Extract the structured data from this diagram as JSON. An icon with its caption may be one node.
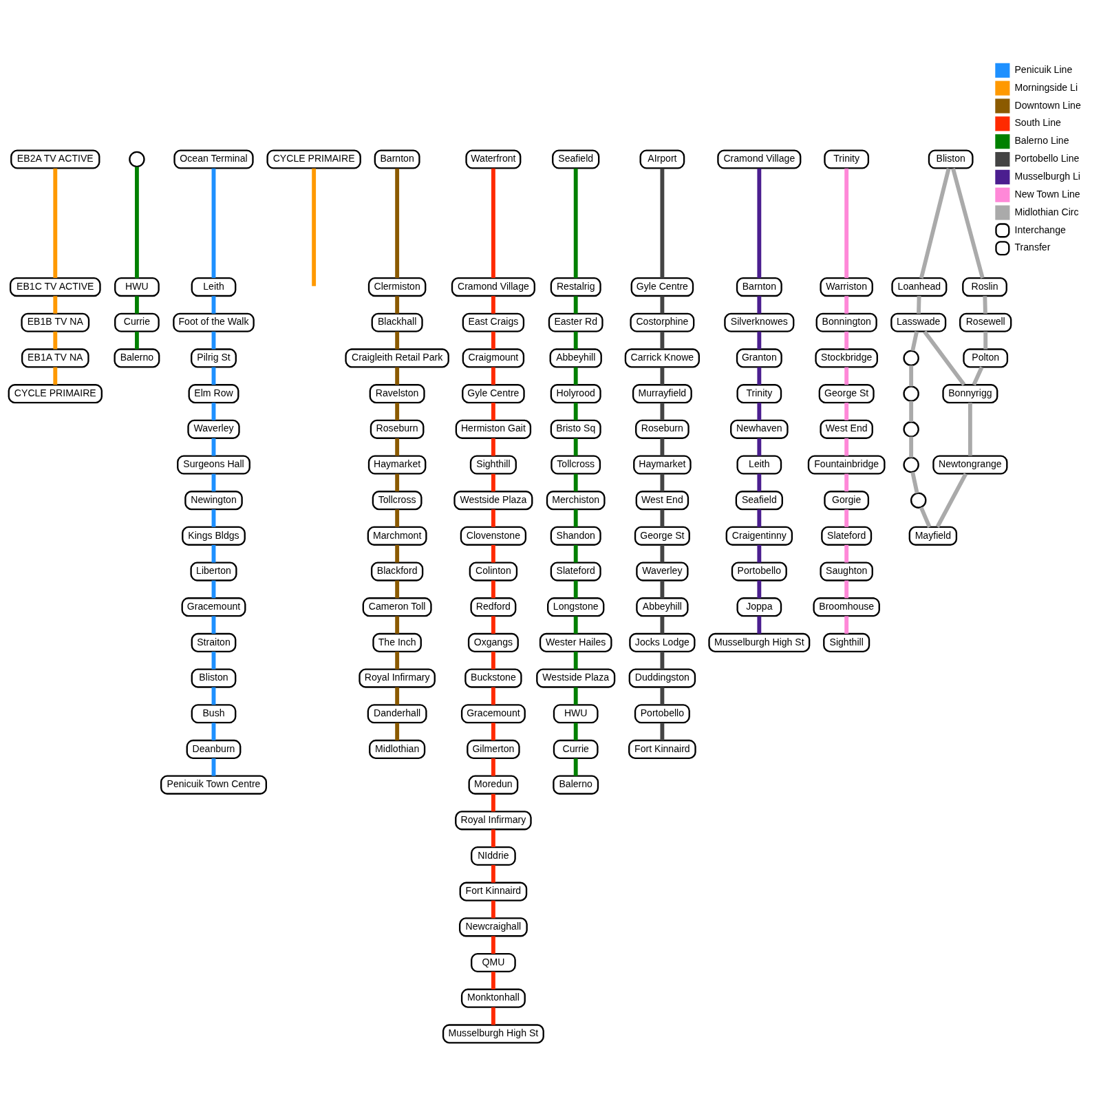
{
  "diagram": {
    "nodes": [
      {
        "text": [
          "EB2A TV ACTIVE"
        ]
      },
      {
        "text": [
          "EB1C TV ACTIVE"
        ]
      },
      {
        "text": [
          "EB1B TV NA"
        ]
      },
      {
        "text": [
          "EB1A TV NA"
        ]
      },
      {
        "text": [
          "CYCLE PRIMAIRE"
        ]
      },
      {
        "text": [],
        "shape": "circle"
      },
      {
        "text": [
          "HWU"
        ]
      },
      {
        "text": [
          "Currie"
        ]
      },
      {
        "text": [
          "Balerno"
        ]
      },
      {
        "text": [
          "Ocean Terminal"
        ]
      },
      {
        "text": [
          "Leith"
        ]
      },
      {
        "text": [
          "Foot of the Walk"
        ]
      },
      {
        "text": [
          "Pilrig St"
        ]
      },
      {
        "text": [
          "Elm Row"
        ]
      },
      {
        "text": [
          "Waverley"
        ]
      },
      {
        "text": [
          "Surgeons Hall"
        ]
      },
      {
        "text": [
          "Newington"
        ]
      },
      {
        "text": [
          "Kings Bldgs"
        ]
      },
      {
        "text": [
          "Liberton"
        ]
      },
      {
        "text": [
          "Gracemount"
        ]
      },
      {
        "text": [
          "Straiton"
        ]
      },
      {
        "text": [
          "Bliston"
        ]
      },
      {
        "text": [
          "Bush"
        ]
      },
      {
        "text": [
          "Deanburn"
        ]
      },
      {
        "text": [
          "Penicuik Town Centre"
        ]
      },
      {
        "text": [
          "CYCLE PRIMAIRE"
        ]
      },
      {
        "text": [
          "Barnton"
        ]
      },
      {
        "text": [
          "Clermiston"
        ]
      },
      {
        "text": [
          "Blackhall"
        ]
      },
      {
        "text": [
          "Craigleith Retail Park"
        ]
      },
      {
        "text": [
          "Ravelston"
        ]
      },
      {
        "text": [
          "Roseburn"
        ]
      },
      {
        "text": [
          "Haymarket"
        ]
      },
      {
        "text": [
          "Tollcross"
        ]
      },
      {
        "text": [
          "Marchmont"
        ]
      },
      {
        "text": [
          "Blackford"
        ]
      },
      {
        "text": [
          "Cameron Toll"
        ]
      },
      {
        "text": [
          "The Inch"
        ]
      },
      {
        "text": [
          "Royal Infirmary"
        ]
      },
      {
        "text": [
          "Danderhall"
        ]
      },
      {
        "text": [
          "Midlothian"
        ]
      },
      {
        "text": [
          "Waterfront"
        ]
      },
      {
        "text": [
          "Cramond Village"
        ]
      },
      {
        "text": [
          "East Craigs"
        ]
      },
      {
        "text": [
          "Craigmount"
        ]
      },
      {
        "text": [
          "Gyle Centre"
        ]
      },
      {
        "text": [
          "Hermiston Gait"
        ]
      },
      {
        "text": [
          "Sighthill"
        ]
      },
      {
        "text": [
          "Westside Plaza"
        ]
      },
      {
        "text": [
          "Clovenstone"
        ]
      },
      {
        "text": [
          "Colinton"
        ]
      },
      {
        "text": [
          "Redford"
        ]
      },
      {
        "text": [
          "Oxgangs"
        ]
      },
      {
        "text": [
          "Buckstone"
        ]
      },
      {
        "text": [
          "Gracemount"
        ]
      },
      {
        "text": [
          "Gilmerton"
        ]
      },
      {
        "text": [
          "Moredun"
        ]
      },
      {
        "text": [
          "Royal Infirmary"
        ]
      },
      {
        "text": [
          "NIddrie"
        ]
      },
      {
        "text": [
          "Fort Kinnaird"
        ]
      },
      {
        "text": [
          "Newcraighall"
        ]
      },
      {
        "text": [
          "QMU"
        ]
      },
      {
        "text": [
          "Monktonhall"
        ]
      },
      {
        "text": [
          "Musselburgh High St"
        ]
      },
      {
        "text": [
          "Seafield"
        ]
      },
      {
        "text": [
          "Restalrig"
        ]
      },
      {
        "text": [
          "Easter Rd"
        ]
      },
      {
        "text": [
          "Abbeyhill"
        ]
      },
      {
        "text": [
          "Holyrood"
        ]
      },
      {
        "text": [
          "Bristo Sq"
        ]
      },
      {
        "text": [
          "Tollcross"
        ]
      },
      {
        "text": [
          "Merchiston"
        ]
      },
      {
        "text": [
          "Shandon"
        ]
      },
      {
        "text": [
          "Slateford"
        ]
      },
      {
        "text": [
          "Longstone"
        ]
      },
      {
        "text": [
          "Wester Hailes"
        ]
      },
      {
        "text": [
          "Westside Plaza"
        ]
      },
      {
        "text": [
          "HWU"
        ]
      },
      {
        "text": [
          "Currie"
        ]
      },
      {
        "text": [
          "Balerno"
        ]
      },
      {
        "text": [
          "AIrport"
        ]
      },
      {
        "text": [
          "Gyle Centre"
        ]
      },
      {
        "text": [
          "Costorphine"
        ]
      },
      {
        "text": [
          "Carrick Knowe"
        ]
      },
      {
        "text": [
          "Murrayfield"
        ]
      },
      {
        "text": [
          "Roseburn"
        ]
      },
      {
        "text": [
          "Haymarket"
        ]
      },
      {
        "text": [
          "West End"
        ]
      },
      {
        "text": [
          "George St"
        ]
      },
      {
        "text": [
          "Waverley"
        ]
      },
      {
        "text": [
          "Abbeyhill"
        ]
      },
      {
        "text": [
          "Jocks Lodge"
        ]
      },
      {
        "text": [
          "Duddingston"
        ]
      },
      {
        "text": [
          "Portobello"
        ]
      },
      {
        "text": [
          "Fort Kinnaird"
        ]
      },
      {
        "text": [
          "Cramond Village"
        ]
      },
      {
        "text": [
          "Barnton"
        ]
      },
      {
        "text": [
          "Silverknowes"
        ]
      },
      {
        "text": [
          "Granton"
        ]
      },
      {
        "text": [
          "Trinity"
        ]
      },
      {
        "text": [
          "Newhaven"
        ]
      },
      {
        "text": [
          "Leith"
        ]
      },
      {
        "text": [
          "Seafield"
        ]
      },
      {
        "text": [
          "Craigentinny"
        ]
      },
      {
        "text": [
          "Portobello"
        ]
      },
      {
        "text": [
          "Joppa"
        ]
      },
      {
        "text": [
          "Musselburgh High St"
        ]
      },
      {
        "text": [
          "Trinity"
        ]
      },
      {
        "text": [
          "Warriston"
        ]
      },
      {
        "text": [
          "Bonnington"
        ]
      },
      {
        "text": [
          "Stockbridge"
        ]
      },
      {
        "text": [
          "George St"
        ]
      },
      {
        "text": [
          "West End"
        ]
      },
      {
        "text": [
          "Fountainbridge"
        ]
      },
      {
        "text": [
          "Gorgie"
        ]
      },
      {
        "text": [
          "Slateford"
        ]
      },
      {
        "text": [
          "Saughton"
        ]
      },
      {
        "text": [
          "Broomhouse"
        ]
      },
      {
        "text": [
          "Sighthill"
        ]
      },
      {
        "text": [
          "Bliston"
        ]
      },
      {
        "text": [
          "Loanhead"
        ]
      },
      {
        "text": [
          "Roslin"
        ]
      },
      {
        "text": [
          "Lasswade"
        ]
      },
      {
        "text": [
          "Rosewell"
        ]
      },
      {
        "text": [
          "Bonnyrigg"
        ]
      },
      {
        "text": [
          "Polton"
        ]
      },
      {
        "text": [
          "Newtongrange"
        ]
      },
      {
        "text": [
          "Mayfield"
        ]
      },
      {
        "text": [],
        "shape": "circle"
      },
      {
        "text": [],
        "shape": "circle"
      },
      {
        "text": [],
        "shape": "circle"
      },
      {
        "text": [],
        "shape": "circle"
      },
      {
        "text": [],
        "shape": "circle"
      }
    ],
    "edges": [
      {
        "from": 0,
        "to": 1,
        "arrow": "none",
        "color": "#ff9900"
      },
      {
        "from": 1,
        "to": 2,
        "arrow": "none",
        "color": "#ff9900"
      },
      {
        "from": 2,
        "to": 3,
        "arrow": "none",
        "color": "#ff9900"
      },
      {
        "from": 3,
        "to": 4,
        "arrow": "none",
        "color": "#ff9900"
      },
      {
        "from": 5,
        "to": 6,
        "arrow": "none",
        "color": "#008000"
      },
      {
        "from": 6,
        "to": 7,
        "arrow": "none",
        "color": "#008000"
      },
      {
        "from": 7,
        "to": 8,
        "arrow": "none",
        "color": "#008000"
      },
      {
        "from": 9,
        "to": 10,
        "arrow": "none",
        "color": "#1e90ff"
      },
      {
        "from": 10,
        "to": 11,
        "arrow": "none",
        "color": "#1e90ff"
      },
      {
        "from": 11,
        "to": 12,
        "arrow": "none",
        "color": "#1e90ff"
      },
      {
        "from": 12,
        "to": 13,
        "arrow": "none",
        "color": "#1e90ff"
      },
      {
        "from": 13,
        "to": 14,
        "arrow": "none",
        "color": "#1e90ff"
      },
      {
        "from": 14,
        "to": 15,
        "arrow": "none",
        "color": "#1e90ff"
      },
      {
        "from": 15,
        "to": 16,
        "arrow": "none",
        "color": "#1e90ff"
      },
      {
        "from": 16,
        "to": 17,
        "arrow": "none",
        "color": "#1e90ff"
      },
      {
        "from": 17,
        "to": 18,
        "arrow": "none",
        "color": "#1e90ff"
      },
      {
        "from": 18,
        "to": 19,
        "arrow": "none",
        "color": "#1e90ff"
      },
      {
        "from": 19,
        "to": 20,
        "arrow": "none",
        "color": "#1e90ff"
      },
      {
        "from": 20,
        "to": 21,
        "arrow": "none",
        "color": "#1e90ff"
      },
      {
        "from": 21,
        "to": 22,
        "arrow": "none",
        "color": "#1e90ff"
      },
      {
        "from": 22,
        "to": 23,
        "arrow": "none",
        "color": "#1e90ff"
      },
      {
        "from": 23,
        "to": 24,
        "arrow": "none",
        "color": "#1e90ff"
      },
      {
        "from": 25,
        "to": null,
        "arrow": "none",
        "color": "#ff9900"
      },
      {
        "from": 26,
        "to": 27,
        "arrow": "none",
        "color": "#8b5a00"
      },
      {
        "from": 27,
        "to": 28,
        "arrow": "none",
        "color": "#8b5a00"
      },
      {
        "from": 28,
        "to": 29,
        "arrow": "none",
        "color": "#8b5a00"
      },
      {
        "from": 29,
        "to": 30,
        "arrow": "none",
        "color": "#8b5a00"
      },
      {
        "from": 30,
        "to": 31,
        "arrow": "none",
        "color": "#8b5a00"
      },
      {
        "from": 31,
        "to": 32,
        "arrow": "none",
        "color": "#8b5a00"
      },
      {
        "from": 32,
        "to": 33,
        "arrow": "none",
        "color": "#8b5a00"
      },
      {
        "from": 33,
        "to": 34,
        "arrow": "none",
        "color": "#8b5a00"
      },
      {
        "from": 34,
        "to": 35,
        "arrow": "none",
        "color": "#8b5a00"
      },
      {
        "from": 35,
        "to": 36,
        "arrow": "none",
        "color": "#8b5a00"
      },
      {
        "from": 36,
        "to": 37,
        "arrow": "none",
        "color": "#8b5a00"
      },
      {
        "from": 37,
        "to": 38,
        "arrow": "none",
        "color": "#8b5a00"
      },
      {
        "from": 38,
        "to": 39,
        "arrow": "none",
        "color": "#8b5a00"
      },
      {
        "from": 39,
        "to": 40,
        "arrow": "none",
        "color": "#8b5a00"
      },
      {
        "from": 41,
        "to": 42,
        "arrow": "none",
        "color": "#ff2a00"
      },
      {
        "from": 42,
        "to": 43,
        "arrow": "none",
        "color": "#ff2a00"
      },
      {
        "from": 43,
        "to": 44,
        "arrow": "none",
        "color": "#ff2a00"
      },
      {
        "from": 44,
        "to": 45,
        "arrow": "none",
        "color": "#ff2a00"
      },
      {
        "from": 45,
        "to": 46,
        "arrow": "none",
        "color": "#ff2a00"
      },
      {
        "from": 46,
        "to": 47,
        "arrow": "none",
        "color": "#ff2a00"
      },
      {
        "from": 47,
        "to": 48,
        "arrow": "none",
        "color": "#ff2a00"
      },
      {
        "from": 48,
        "to": 49,
        "arrow": "none",
        "color": "#ff2a00"
      },
      {
        "from": 49,
        "to": 50,
        "arrow": "none",
        "color": "#ff2a00"
      },
      {
        "from": 50,
        "to": 51,
        "arrow": "none",
        "color": "#ff2a00"
      },
      {
        "from": 51,
        "to": 52,
        "arrow": "none",
        "color": "#ff2a00"
      },
      {
        "from": 52,
        "to": 53,
        "arrow": "none",
        "color": "#ff2a00"
      },
      {
        "from": 53,
        "to": 54,
        "arrow": "none",
        "color": "#ff2a00"
      },
      {
        "from": 54,
        "to": 55,
        "arrow": "none",
        "color": "#ff2a00"
      },
      {
        "from": 55,
        "to": 56,
        "arrow": "none",
        "color": "#ff2a00"
      },
      {
        "from": 56,
        "to": 57,
        "arrow": "none",
        "color": "#ff2a00"
      },
      {
        "from": 57,
        "to": 58,
        "arrow": "none",
        "color": "#ff2a00"
      },
      {
        "from": 58,
        "to": 59,
        "arrow": "none",
        "color": "#ff2a00"
      },
      {
        "from": 59,
        "to": 60,
        "arrow": "none",
        "color": "#ff2a00"
      },
      {
        "from": 60,
        "to": 61,
        "arrow": "none",
        "color": "#ff2a00"
      },
      {
        "from": 61,
        "to": 62,
        "arrow": "none",
        "color": "#ff2a00"
      },
      {
        "from": 62,
        "to": 63,
        "arrow": "none",
        "color": "#ff2a00"
      },
      {
        "from": 64,
        "to": 65,
        "arrow": "none",
        "color": "#008000"
      },
      {
        "from": 65,
        "to": 66,
        "arrow": "none",
        "color": "#008000"
      },
      {
        "from": 66,
        "to": 67,
        "arrow": "none",
        "color": "#008000"
      },
      {
        "from": 67,
        "to": 68,
        "arrow": "none",
        "color": "#008000"
      },
      {
        "from": 68,
        "to": 69,
        "arrow": "none",
        "color": "#008000"
      },
      {
        "from": 69,
        "to": 70,
        "arrow": "none",
        "color": "#008000"
      },
      {
        "from": 70,
        "to": 71,
        "arrow": "none",
        "color": "#008000"
      },
      {
        "from": 71,
        "to": 72,
        "arrow": "none",
        "color": "#008000"
      },
      {
        "from": 72,
        "to": 73,
        "arrow": "none",
        "color": "#008000"
      },
      {
        "from": 73,
        "to": 74,
        "arrow": "none",
        "color": "#008000"
      },
      {
        "from": 74,
        "to": 75,
        "arrow": "none",
        "color": "#008000"
      },
      {
        "from": 75,
        "to": 76,
        "arrow": "none",
        "color": "#008000"
      },
      {
        "from": 76,
        "to": 77,
        "arrow": "none",
        "color": "#008000"
      },
      {
        "from": 77,
        "to": 78,
        "arrow": "none",
        "color": "#008000"
      },
      {
        "from": 78,
        "to": 79,
        "arrow": "none",
        "color": "#008000"
      },
      {
        "from": 80,
        "to": 81,
        "arrow": "none",
        "color": "#444444"
      },
      {
        "from": 81,
        "to": 82,
        "arrow": "none",
        "color": "#444444"
      },
      {
        "from": 82,
        "to": 83,
        "arrow": "none",
        "color": "#444444"
      },
      {
        "from": 83,
        "to": 84,
        "arrow": "none",
        "color": "#444444"
      },
      {
        "from": 84,
        "to": 85,
        "arrow": "none",
        "color": "#444444"
      },
      {
        "from": 85,
        "to": 86,
        "arrow": "none",
        "color": "#444444"
      },
      {
        "from": 86,
        "to": 87,
        "arrow": "none",
        "color": "#444444"
      },
      {
        "from": 87,
        "to": 88,
        "arrow": "none",
        "color": "#444444"
      },
      {
        "from": 88,
        "to": 89,
        "arrow": "none",
        "color": "#444444"
      },
      {
        "from": 89,
        "to": 90,
        "arrow": "none",
        "color": "#444444"
      },
      {
        "from": 90,
        "to": 91,
        "arrow": "none",
        "color": "#444444"
      },
      {
        "from": 91,
        "to": 92,
        "arrow": "none",
        "color": "#444444"
      },
      {
        "from": 92,
        "to": 93,
        "arrow": "none",
        "color": "#444444"
      },
      {
        "from": 93,
        "to": 94,
        "arrow": "none",
        "color": "#444444"
      },
      {
        "from": 95,
        "to": 96,
        "arrow": "none",
        "color": "#4b1e8f"
      },
      {
        "from": 96,
        "to": 97,
        "arrow": "none",
        "color": "#4b1e8f"
      },
      {
        "from": 97,
        "to": 98,
        "arrow": "none",
        "color": "#4b1e8f"
      },
      {
        "from": 98,
        "to": 99,
        "arrow": "none",
        "color": "#4b1e8f"
      },
      {
        "from": 99,
        "to": 100,
        "arrow": "none",
        "color": "#4b1e8f"
      },
      {
        "from": 100,
        "to": 101,
        "arrow": "none",
        "color": "#4b1e8f"
      },
      {
        "from": 101,
        "to": 102,
        "arrow": "none",
        "color": "#4b1e8f"
      },
      {
        "from": 102,
        "to": 103,
        "arrow": "none",
        "color": "#4b1e8f"
      },
      {
        "from": 103,
        "to": 104,
        "arrow": "none",
        "color": "#4b1e8f"
      },
      {
        "from": 104,
        "to": 105,
        "arrow": "none",
        "color": "#4b1e8f"
      },
      {
        "from": 105,
        "to": 106,
        "arrow": "none",
        "color": "#4b1e8f"
      },
      {
        "from": 107,
        "to": 108,
        "arrow": "none",
        "color": "#ff88d8"
      },
      {
        "from": 108,
        "to": 109,
        "arrow": "none",
        "color": "#ff88d8"
      },
      {
        "from": 109,
        "to": 110,
        "arrow": "none",
        "color": "#ff88d8"
      },
      {
        "from": 110,
        "to": 111,
        "arrow": "none",
        "color": "#ff88d8"
      },
      {
        "from": 111,
        "to": 112,
        "arrow": "none",
        "color": "#ff88d8"
      },
      {
        "from": 112,
        "to": 113,
        "arrow": "none",
        "color": "#ff88d8"
      },
      {
        "from": 113,
        "to": 114,
        "arrow": "none",
        "color": "#ff88d8"
      },
      {
        "from": 114,
        "to": 115,
        "arrow": "none",
        "color": "#ff88d8"
      },
      {
        "from": 115,
        "to": 116,
        "arrow": "none",
        "color": "#ff88d8"
      },
      {
        "from": 116,
        "to": 117,
        "arrow": "none",
        "color": "#ff88d8"
      },
      {
        "from": 117,
        "to": 118,
        "arrow": "none",
        "color": "#ff88d8"
      },
      {
        "from": 119,
        "to": 121,
        "arrow": "none",
        "color": "#aaaaaa"
      },
      {
        "from": 121,
        "to": 123,
        "arrow": "none",
        "color": "#aaaaaa"
      },
      {
        "from": 123,
        "to": 125,
        "arrow": "none",
        "color": "#aaaaaa"
      },
      {
        "from": 125,
        "to": 124,
        "arrow": "none",
        "color": "#aaaaaa"
      },
      {
        "from": 119,
        "to": 120,
        "arrow": "none",
        "color": "#aaaaaa"
      },
      {
        "from": 120,
        "to": 122,
        "arrow": "none",
        "color": "#aaaaaa"
      },
      {
        "from": 122,
        "to": 124,
        "arrow": "none",
        "color": "#aaaaaa"
      },
      {
        "from": 124,
        "to": 126,
        "arrow": "none",
        "color": "#aaaaaa"
      },
      {
        "from": 126,
        "to": 127,
        "arrow": "none",
        "color": "#aaaaaa"
      },
      {
        "from": 122,
        "to": 128,
        "arrow": "none",
        "color": "#aaaaaa"
      },
      {
        "from": 128,
        "to": 129,
        "arrow": "none",
        "color": "#aaaaaa"
      },
      {
        "from": 129,
        "to": 130,
        "arrow": "none",
        "color": "#aaaaaa"
      },
      {
        "from": 130,
        "to": 131,
        "arrow": "none",
        "color": "#aaaaaa"
      },
      {
        "from": 131,
        "to": 132,
        "arrow": "none",
        "color": "#aaaaaa"
      },
      {
        "from": 132,
        "to": 127,
        "arrow": "none",
        "color": "#aaaaaa"
      }
    ],
    "legend": [
      {
        "text": "Penicuik Line",
        "color": "#1e90ff"
      },
      {
        "text": "Morningside Li",
        "color": "#ff9900"
      },
      {
        "text": "Downtown Line",
        "color": "#8b5a00"
      },
      {
        "text": "South Line",
        "color": "#ff2a00"
      },
      {
        "text": "Balerno Line",
        "color": "#008000"
      },
      {
        "text": "Portobello Line",
        "color": "#444444"
      },
      {
        "text": "Musselburgh Li",
        "color": "#4b1e8f"
      },
      {
        "text": "New Town Line",
        "color": "#ff88d8"
      },
      {
        "text": "Midlothian Circ",
        "color": "#aaaaaa"
      },
      {
        "text": "Interchange"
      },
      {
        "text": "Transfer"
      }
    ]
  }
}
